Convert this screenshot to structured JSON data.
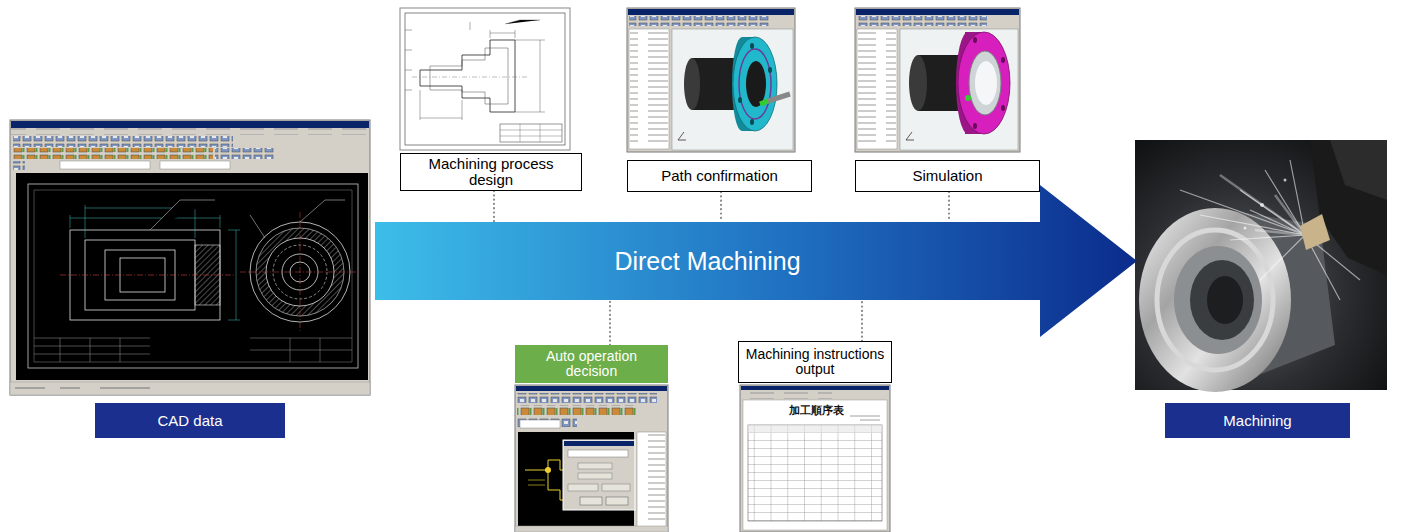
{
  "diagram": {
    "nodes": [
      {
        "text": [
          "CAD data"
        ]
      },
      {
        "text": [
          "Machining process design"
        ]
      },
      {
        "text": [
          "Path confirmation"
        ]
      },
      {
        "text": [
          "Simulation"
        ]
      },
      {
        "text": [
          "Direct Machining"
        ]
      },
      {
        "text": [
          "Auto operation decision"
        ]
      },
      {
        "text": [
          "Machining instructions output"
        ]
      },
      {
        "text": [
          "Machining"
        ]
      }
    ],
    "edges": [
      {
        "from": 1,
        "to": 4,
        "arrow": "none"
      },
      {
        "from": 2,
        "to": 4,
        "arrow": "none"
      },
      {
        "from": 3,
        "to": 4,
        "arrow": "none"
      },
      {
        "from": 5,
        "to": 4,
        "arrow": "none"
      },
      {
        "from": 6,
        "to": 4,
        "arrow": "none"
      }
    ],
    "labels": [
      "加工順序表"
    ]
  }
}
